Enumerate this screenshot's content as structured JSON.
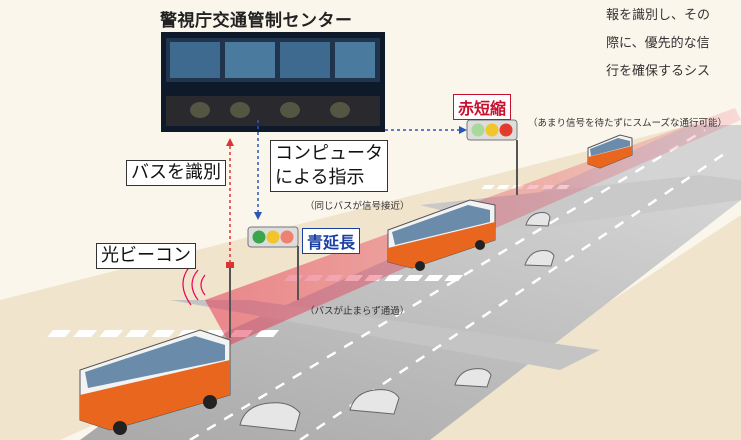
{
  "title": "警視庁交通管制センター",
  "body_text_lines": [
    "報を識別し、その",
    "際に、優先的な信",
    "行を確保するシス"
  ],
  "labels": {
    "bus_identify": "バスを識別",
    "computer_line1": "コンピュータ",
    "computer_line2": "による指示",
    "beacon": "光ビーコン",
    "red_shorten": "赤短縮",
    "green_extend": "青延長"
  },
  "notes": {
    "smooth": "（あまり信号を待たずにスムーズな通行可能）",
    "approach": "（同じバスが信号接近）",
    "pass": "（バスが止まらず通過）"
  },
  "colors": {
    "road": "#b9b9b9",
    "lane_mark": "#ffffff",
    "ground": "#f1e4cc",
    "bus_orange": "#e8661e",
    "bus_white": "#f3f3f3",
    "signal_red": "#e33b2e",
    "signal_yellow": "#f2c52a",
    "signal_green": "#3aa64a",
    "beam": "#e43a55",
    "label_red": "#c8102e",
    "label_blue": "#1a3fa3"
  }
}
